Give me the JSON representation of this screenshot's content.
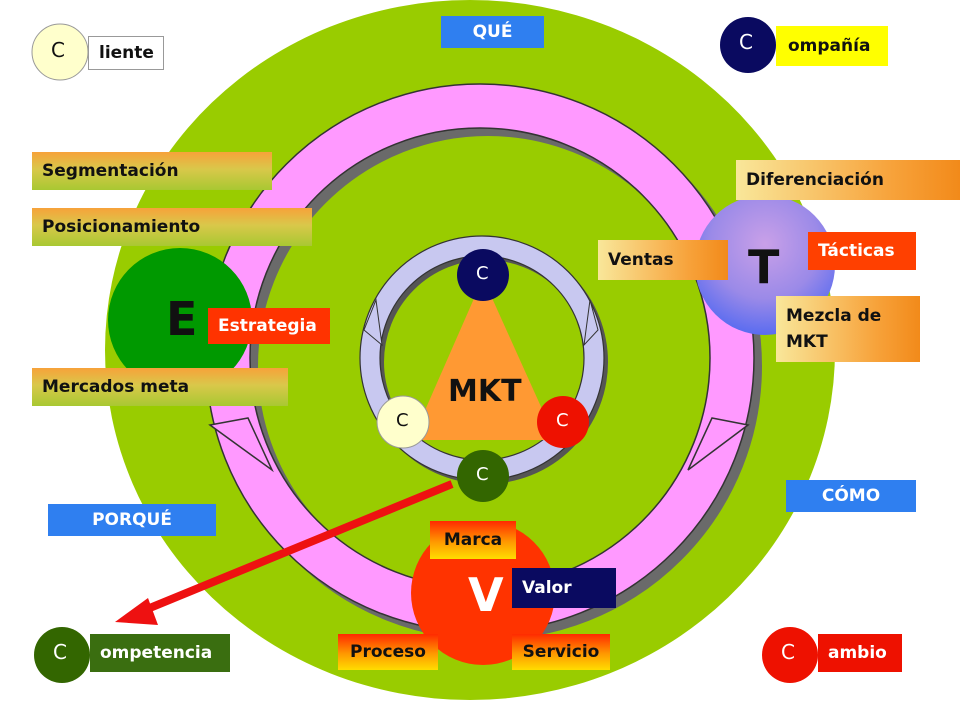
{
  "corners": {
    "cliente": {
      "letter": "C",
      "text": "liente"
    },
    "compania": {
      "letter": "C",
      "text": "ompañía"
    },
    "competencia": {
      "letter": "C",
      "text": "ompetencia"
    },
    "cambio": {
      "letter": "C",
      "text": "ambio"
    }
  },
  "questions": {
    "que": "QUÉ",
    "porque": "PORQUÉ",
    "como": "CÓMO"
  },
  "estrategia": {
    "letter": "E",
    "label": "Estrategia",
    "items": [
      "Segmentación",
      "Posicionamiento",
      "Mercados meta"
    ]
  },
  "tacticas": {
    "letter": "T",
    "label": "Tácticas",
    "items": [
      "Diferenciación",
      "Ventas",
      "Mezcla de",
      "MKT"
    ]
  },
  "valor": {
    "letter": "V",
    "label": "Valor",
    "items": [
      "Marca",
      "Proceso",
      "Servicio"
    ]
  },
  "center": {
    "title": "MKT",
    "nodes": [
      "C",
      "C",
      "C",
      "C"
    ]
  },
  "colors": {
    "field_green": "#99cc00",
    "ring_pink": "#ff99ff",
    "ring_lavender": "#c8c8f0",
    "triangle_orange": "#ff9933",
    "arrow_red": "#ee1111",
    "node_navy": "#0a0a60",
    "node_green": "#336600",
    "node_red": "#ee1100"
  }
}
